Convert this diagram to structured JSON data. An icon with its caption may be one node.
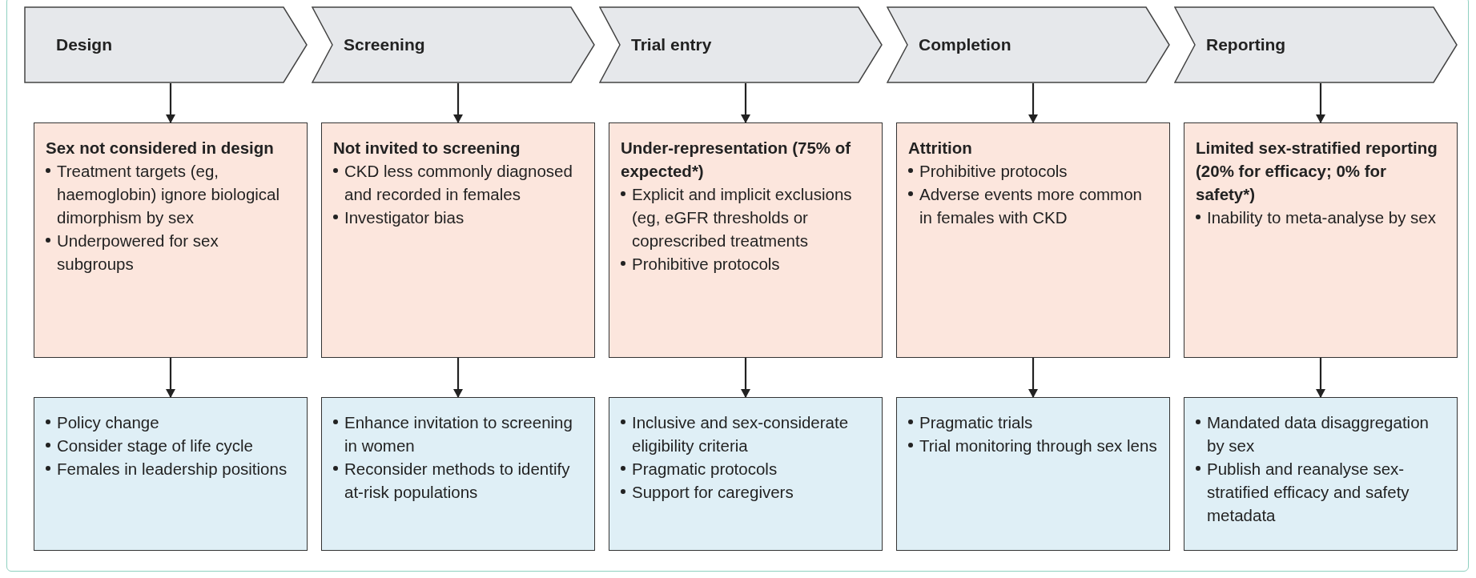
{
  "diagram": {
    "nodes": [
      {
        "text": [
          "Design"
        ]
      },
      {
        "text": [
          "Sex not considered in design",
          "Treatment targets (eg, haemoglobin) ignore biological dimorphism by sex",
          "Underpowered for sex subgroups"
        ]
      },
      {
        "text": [
          "Policy change",
          "Consider stage of life cycle",
          "Females in leadership positions"
        ]
      },
      {
        "text": [
          "Screening"
        ]
      },
      {
        "text": [
          "Not invited to screening",
          "CKD less commonly diagnosed and recorded in females",
          "Investigator bias"
        ]
      },
      {
        "text": [
          "Enhance invitation to screening in women",
          "Reconsider methods to identify at-risk populations"
        ]
      },
      {
        "text": [
          "Trial entry"
        ]
      },
      {
        "text": [
          "Under-representation (75% of expected*)",
          "Explicit and implicit exclusions (eg, eGFR thresholds or coprescribed treatments",
          "Prohibitive protocols"
        ]
      },
      {
        "text": [
          "Inclusive and sex-considerate eligibility criteria",
          "Pragmatic protocols",
          "Support for caregivers"
        ]
      },
      {
        "text": [
          "Completion"
        ]
      },
      {
        "text": [
          "Attrition",
          "Prohibitive protocols",
          "Adverse events more common in females with CKD"
        ]
      },
      {
        "text": [
          "Pragmatic trials",
          "Trial monitoring through sex lens"
        ]
      },
      {
        "text": [
          "Reporting"
        ]
      },
      {
        "text": [
          "Limited sex-stratified reporting (20% for efficacy; 0% for safety*)",
          "Inability to meta-analyse by sex"
        ]
      },
      {
        "text": [
          "Mandated data disaggregation by sex",
          "Publish and reanalyse sex-stratified efficacy and safety metadata"
        ]
      }
    ],
    "edges": [
      {
        "from": 0,
        "to": 1,
        "arrow": "to"
      },
      {
        "from": 1,
        "to": 2,
        "arrow": "to"
      },
      {
        "from": 3,
        "to": 4,
        "arrow": "to"
      },
      {
        "from": 4,
        "to": 5,
        "arrow": "to"
      },
      {
        "from": 6,
        "to": 7,
        "arrow": "to"
      },
      {
        "from": 7,
        "to": 8,
        "arrow": "to"
      },
      {
        "from": 9,
        "to": 10,
        "arrow": "to"
      },
      {
        "from": 10,
        "to": 11,
        "arrow": "to"
      },
      {
        "from": 12,
        "to": 13,
        "arrow": "to"
      },
      {
        "from": 13,
        "to": 14,
        "arrow": "to"
      }
    ]
  }
}
